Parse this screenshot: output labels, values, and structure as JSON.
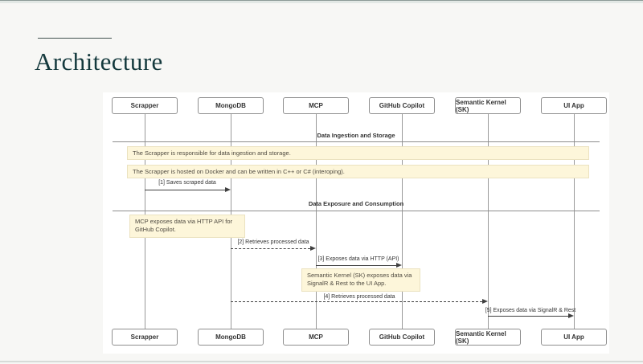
{
  "slide": {
    "title": "Architecture",
    "background_color": "#f7f7f5",
    "title_color": "#14393d",
    "accent_rule_color": "#42514f"
  },
  "diagram": {
    "type": "sequence-diagram",
    "participants": [
      "Scrapper",
      "MongoDB",
      "MCP",
      "GitHub Copilot",
      "Semantic Kernel (SK)",
      "UI App"
    ],
    "dividers": [
      {
        "label": "Data Ingestion and Storage"
      },
      {
        "label": "Data Exposure and Consumption"
      }
    ],
    "notes": [
      {
        "text": "The Scrapper is responsible for data ingestion and storage."
      },
      {
        "text": "The Scrapper is hosted on Docker and can be written in C++ or C# (interoping)."
      },
      {
        "text": "MCP exposes data via HTTP API for GitHub Copilot."
      },
      {
        "text": "Semantic Kernel (SK) exposes data via SignalR & Rest to the UI App."
      }
    ],
    "messages": [
      {
        "label": "[1] Saves scraped data",
        "from": "Scrapper",
        "to": "MongoDB",
        "line": "solid"
      },
      {
        "label": "[2] Retrieves processed data",
        "from": "MongoDB",
        "to": "MCP",
        "line": "dashed"
      },
      {
        "label": "[3] Exposes data via HTTP (API)",
        "from": "MCP",
        "to": "GitHub Copilot",
        "line": "solid"
      },
      {
        "label": "[4] Retrieves processed data",
        "from": "MongoDB",
        "to": "Semantic Kernel (SK)",
        "line": "dashed"
      },
      {
        "label": "[5] Exposes data via SignalR & Rest",
        "from": "Semantic Kernel (SK)",
        "to": "UI App",
        "line": "solid"
      }
    ],
    "colors": {
      "note_bg": "#fdf6da",
      "note_border": "#ebe2c0",
      "actor_border": "#8f8f8f",
      "lifeline": "#9a9a9a",
      "message_line": "#3f3f3f",
      "text": "#333333"
    }
  }
}
